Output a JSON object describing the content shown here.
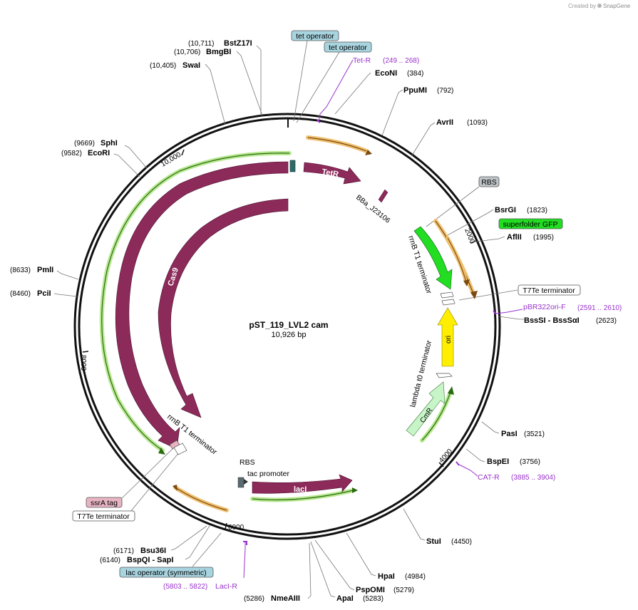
{
  "credit": {
    "prefix": "Created by",
    "brand": "SnapGene"
  },
  "plasmid": {
    "name": "pST_119_LVL2 cam",
    "length_label": "10,926 bp"
  },
  "ticks": [
    "10,000",
    "2000",
    "4000",
    "6000",
    "8000"
  ],
  "sites": [
    {
      "pos": "(10,711)",
      "name": "BstZ17I"
    },
    {
      "pos": "(10,706)",
      "name": "BmgBI"
    },
    {
      "pos": "(10,405)",
      "name": "SwaI"
    },
    {
      "pos": "(384)",
      "name": "EcoNI"
    },
    {
      "pos": "(792)",
      "name": "PpuMI"
    },
    {
      "pos": "(1093)",
      "name": "AvrII"
    },
    {
      "pos": "(1823)",
      "name": "BsrGI"
    },
    {
      "pos": "(1995)",
      "name": "AflII"
    },
    {
      "pos": "(2623)",
      "name": "BssSI - BssSαI"
    },
    {
      "pos": "(3521)",
      "name": "PasI"
    },
    {
      "pos": "(3756)",
      "name": "BspEI"
    },
    {
      "pos": "(4450)",
      "name": "StuI"
    },
    {
      "pos": "(4984)",
      "name": "HpaI"
    },
    {
      "pos": "(5279)",
      "name": "PspOMI"
    },
    {
      "pos": "(5283)",
      "name": "ApaI"
    },
    {
      "pos": "(5286)",
      "name": "NmeAIII"
    },
    {
      "pos": "(6171)",
      "name": "Bsu36I"
    },
    {
      "pos": "(6140)",
      "name": "BspQI - SapI"
    },
    {
      "pos": "(8633)",
      "name": "PmlI"
    },
    {
      "pos": "(8460)",
      "name": "PciI"
    },
    {
      "pos": "(9669)",
      "name": "SphI"
    },
    {
      "pos": "(9582)",
      "name": "EcoRI"
    }
  ],
  "primers": [
    {
      "name": "Tet-R",
      "range": "(249 .. 268)"
    },
    {
      "name": "pBR322ori-F",
      "range": "(2591 .. 2610)"
    },
    {
      "name": "CAT-R",
      "range": "(3885 .. 3904)"
    },
    {
      "name": "LacI-R",
      "range": "(5803 .. 5822)"
    }
  ],
  "boxes": [
    {
      "text": "tet operator",
      "fill": "#a8d4e0"
    },
    {
      "text": "tet operator",
      "fill": "#a8d4e0"
    },
    {
      "text": "RBS",
      "fill": "#bfc4c8"
    },
    {
      "text": "superfolder GFP",
      "fill": "#22dd22"
    },
    {
      "text": "T7Te terminator",
      "fill": "#ffffff"
    },
    {
      "text": "ssrA tag",
      "fill": "#e8b4c4"
    },
    {
      "text": "T7Te terminator",
      "fill": "#ffffff"
    },
    {
      "text": "lac operator (symmetric)",
      "fill": "#a8d4e0"
    }
  ],
  "features": {
    "tetr": "TetR",
    "bba": "BBa_J23106",
    "rrnb1": "rrnB T1 terminator",
    "ori": "ori",
    "lambda": "lambda t0 terminator",
    "cmr": "CmR",
    "cas9_outer": "Cas9",
    "cas9_inner": "Cas9",
    "rrnb2": "rrnB T1 terminator",
    "rbs": "RBS",
    "tac": "tac promoter",
    "laci": "lacI"
  },
  "colors": {
    "magenta": "#8c2a5a",
    "gfp": "#22dd22",
    "ori": "#ffee00",
    "cmr": "#c8f5c8",
    "primer": "#9933cc",
    "orange_arrow": "#f0c070",
    "green_arrow": "#b8e890"
  }
}
